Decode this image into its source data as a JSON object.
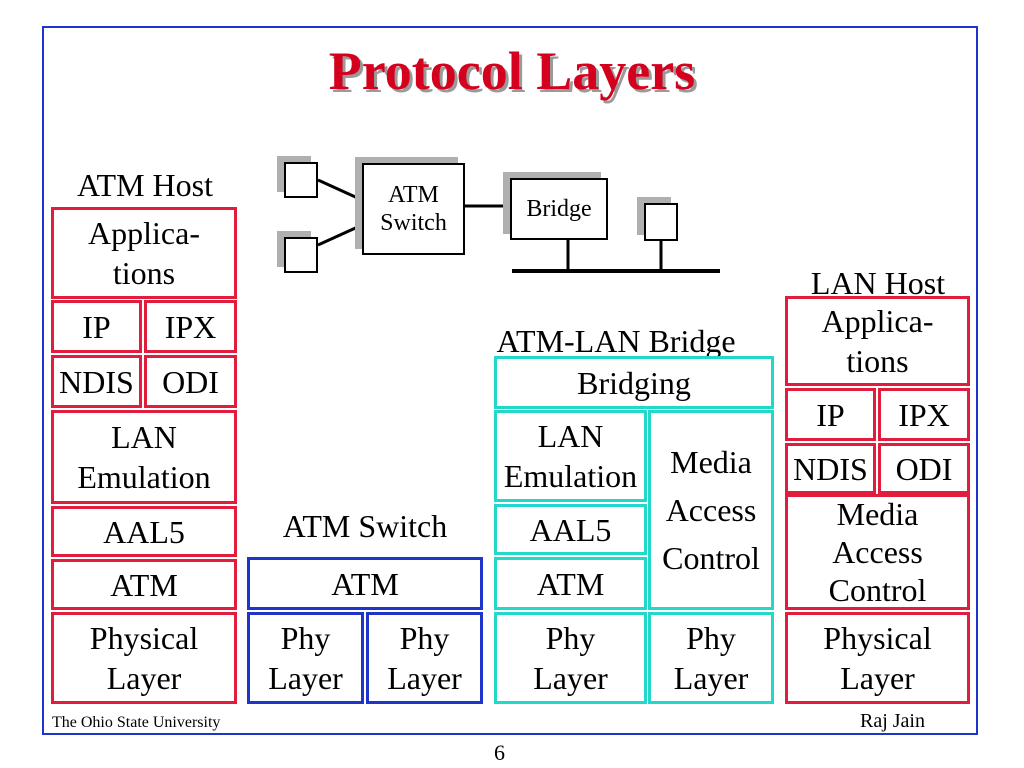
{
  "title": "Protocol Layers",
  "network": {
    "switch_label": "ATM\nSwitch",
    "bridge_label": "Bridge"
  },
  "atm_host": {
    "heading": "ATM Host",
    "applications": "Applica-\ntions",
    "ip": "IP",
    "ipx": "IPX",
    "ndis": "NDIS",
    "odi": "ODI",
    "lane": "LAN\nEmulation",
    "aal5": "AAL5",
    "atm": "ATM",
    "physical": "Physical\nLayer"
  },
  "atm_switch": {
    "heading": "ATM Switch",
    "atm": "ATM",
    "phy_left": "Phy\nLayer",
    "phy_right": "Phy\nLayer"
  },
  "bridge_stack": {
    "heading": "ATM-LAN Bridge",
    "bridging": "Bridging",
    "lane": "LAN\nEmulation",
    "mac": "Media\nAccess\nControl",
    "aal5": "AAL5",
    "atm": "ATM",
    "phy_left": "Phy\nLayer",
    "phy_right": "Phy\nLayer"
  },
  "lan_host": {
    "heading": "LAN Host",
    "applications": "Applica-\ntions",
    "ip": "IP",
    "ipx": "IPX",
    "ndis": "NDIS",
    "odi": "ODI",
    "mac": "Media\nAccess\nControl",
    "physical": "Physical\nLayer"
  },
  "footer": {
    "university": "The Ohio State University",
    "author": "Raj Jain",
    "page_number": "6"
  },
  "colors": {
    "title": "#d4001e",
    "atm_host_border": "#e21c3c",
    "atm_switch_border": "#1f35c9",
    "bridge_border": "#22d8c8",
    "lan_host_border": "#e21c3c",
    "frame": "#1f35c9"
  }
}
